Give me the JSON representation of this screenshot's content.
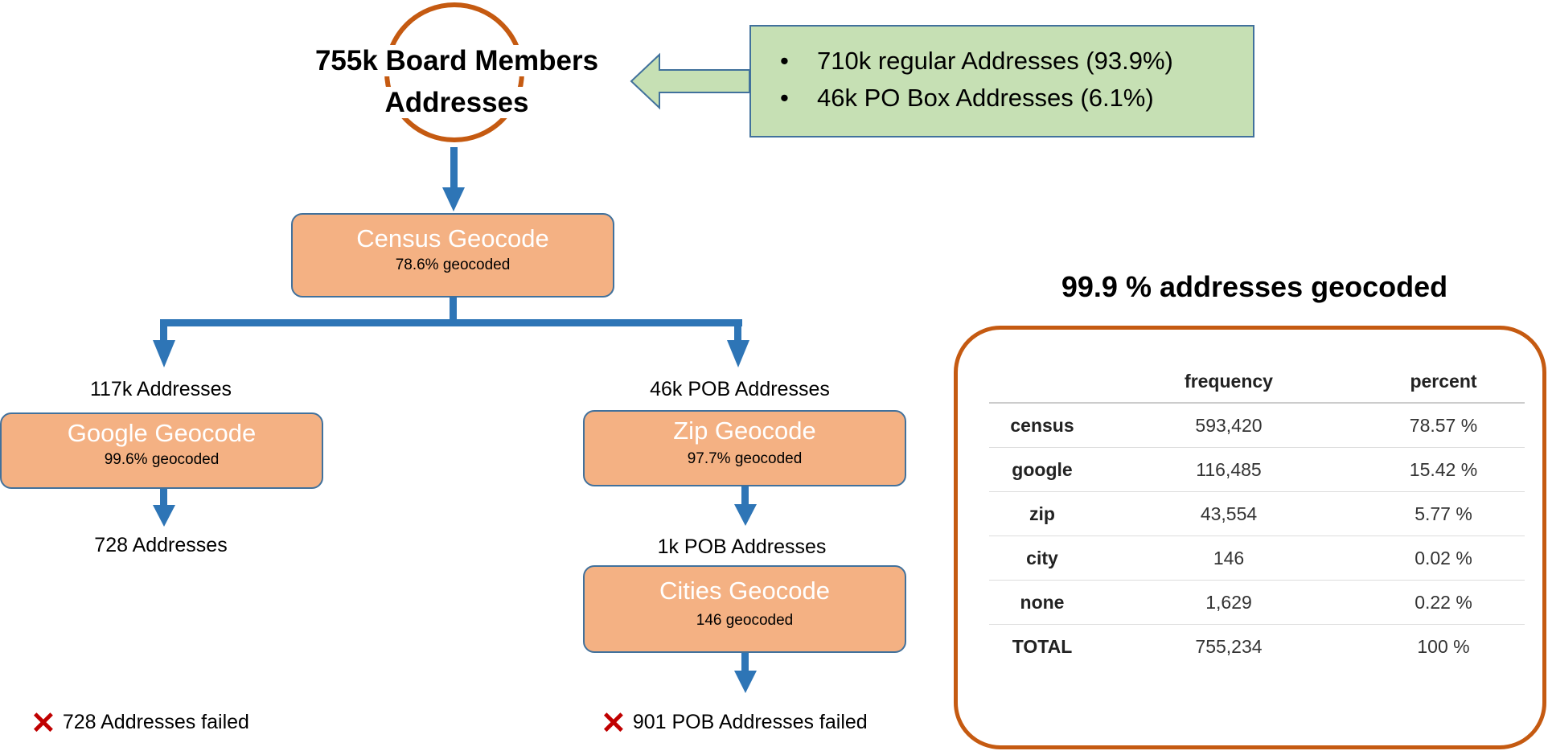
{
  "title": {
    "line1": "755k Board Members",
    "line2": "Addresses"
  },
  "info_box": {
    "bullet": "•",
    "items": [
      "710k regular Addresses (93.9%)",
      "46k PO Box Addresses (6.1%)"
    ]
  },
  "census": {
    "title": "Census Geocode",
    "sub": "78.6% geocoded"
  },
  "left_branch": {
    "input_label": "117k Addresses",
    "box": {
      "title": "Google Geocode",
      "sub": "99.6% geocoded"
    },
    "output_label": "728 Addresses",
    "failed": "728 Addresses failed"
  },
  "right_branch": {
    "input_label": "46k POB Addresses",
    "zip_box": {
      "title": "Zip Geocode",
      "sub": "97.7% geocoded"
    },
    "mid_label": "1k POB Addresses",
    "cities_box": {
      "title": "Cities Geocode",
      "sub": "146 geocoded"
    },
    "failed": "901 POB Addresses failed"
  },
  "fail_mark": "✕",
  "summary": {
    "title": "99.9 % addresses geocoded",
    "headers": [
      "",
      "frequency",
      "percent"
    ],
    "rows": [
      [
        "census",
        "593,420",
        "78.57 %"
      ],
      [
        "google",
        "116,485",
        "15.42 %"
      ],
      [
        "zip",
        "43,554",
        "5.77 %"
      ],
      [
        "city",
        "146",
        "0.02 %"
      ],
      [
        "none",
        "1,629",
        "0.22 %"
      ],
      [
        "TOTAL",
        "755,234",
        "100 %"
      ]
    ]
  },
  "colors": {
    "arrow": "#2e75b6",
    "box_fill": "#f4b183",
    "box_border": "#41719c",
    "circle": "#c55a11",
    "green": "#c6e0b4",
    "fail": "#c00000"
  }
}
